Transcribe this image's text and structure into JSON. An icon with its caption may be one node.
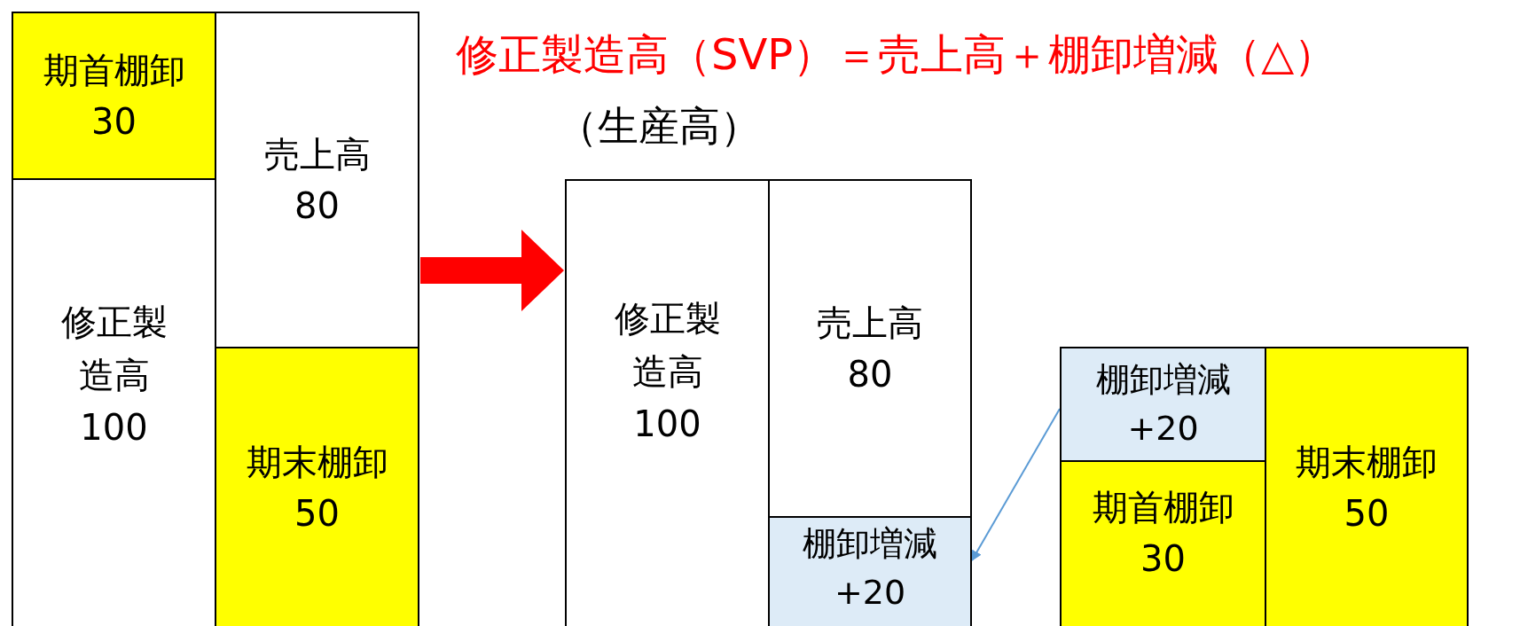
{
  "diagram": {
    "title": "修正製造高（SVP）＝売上高＋棚卸増減（△）",
    "nodes": [
      {
        "text": [
          "期首棚卸",
          "30"
        ]
      },
      {
        "text": [
          "修正製造高",
          "100"
        ]
      },
      {
        "text": [
          "売上高",
          "80"
        ]
      },
      {
        "text": [
          "期末棚卸",
          "50"
        ]
      },
      {
        "text": [
          "修正製造高",
          "100"
        ]
      },
      {
        "text": [
          "売上高",
          "80"
        ]
      },
      {
        "text": [
          "棚卸増減",
          "+20"
        ]
      },
      {
        "text": [
          "棚卸増減",
          "+20"
        ]
      },
      {
        "text": [
          "期首棚卸",
          "30"
        ]
      },
      {
        "text": [
          "期末棚卸",
          "50"
        ]
      }
    ],
    "edges": [
      {
        "from": 7,
        "to": 6,
        "arrow": "to"
      },
      {
        "from": 2,
        "to": 4,
        "arrow": "to",
        "style": "thick",
        "color": "#ff0000"
      }
    ],
    "labels": [
      "（生産高）"
    ]
  }
}
